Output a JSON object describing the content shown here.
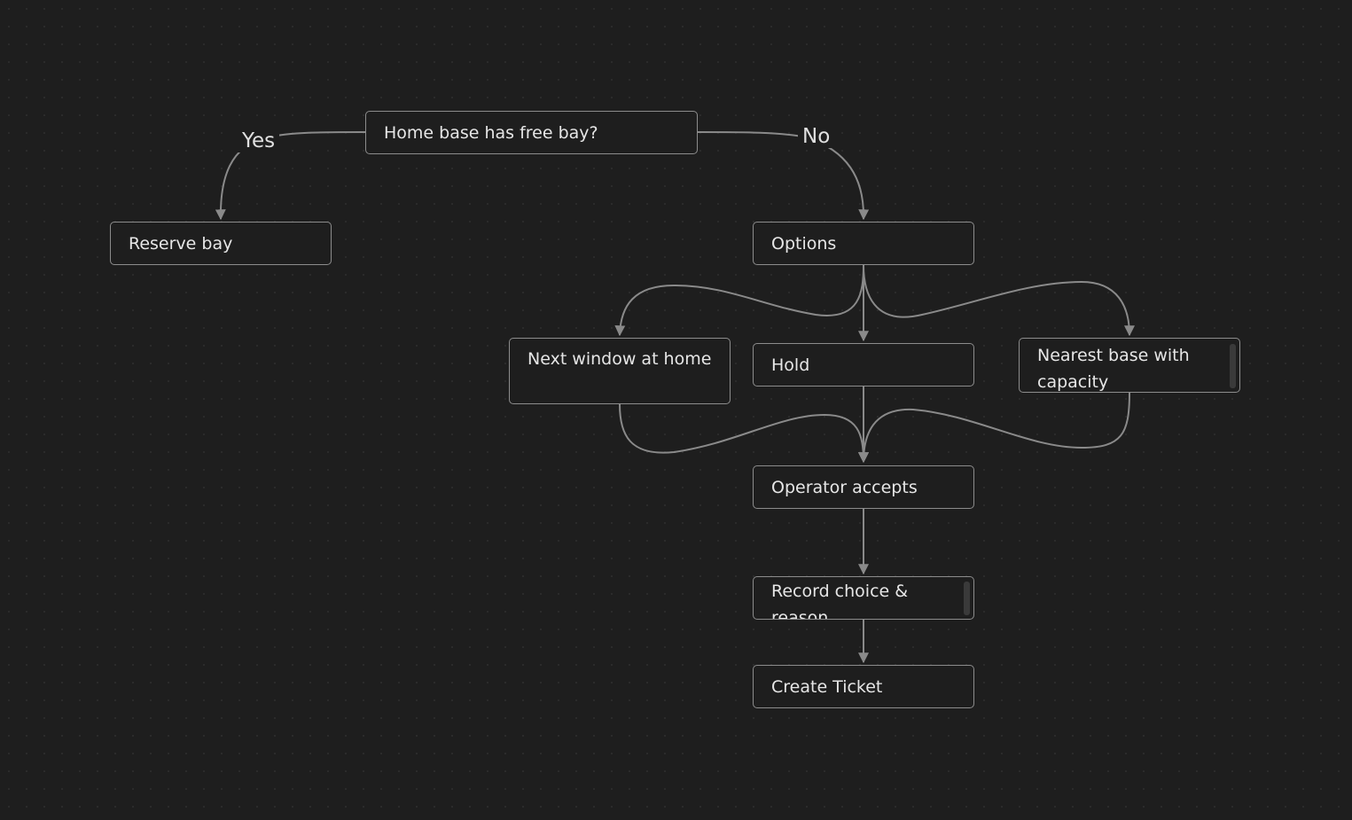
{
  "nodes": {
    "decision": "Home base has free bay?",
    "reserve": "Reserve bay",
    "options": "Options",
    "next_window": "Next window at home",
    "hold": "Hold",
    "nearest_base": "Nearest base with capacity",
    "operator": "Operator accepts",
    "record": "Record choice & reason",
    "ticket": "Create Ticket"
  },
  "edge_labels": {
    "yes": "Yes",
    "no": "No"
  },
  "colors": {
    "background": "#1e1e1e",
    "edge": "#8a8a8a",
    "node_border": "#8c8c8c",
    "text": "#e6e6e6"
  }
}
